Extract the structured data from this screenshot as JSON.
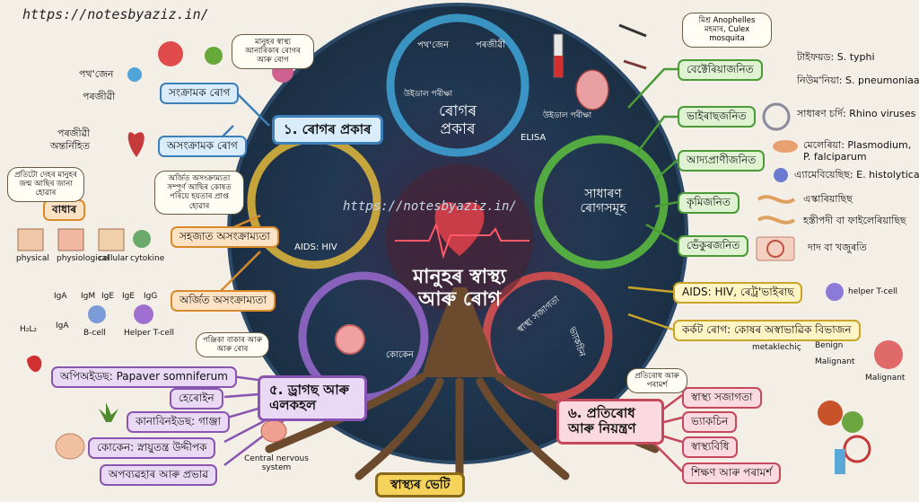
{
  "watermark": "https://notesbyaziz.in/",
  "center": {
    "title": "মানুহৰ স্বাস্থ্য আৰু ৰোগ",
    "footer": "স্বাস্থ্যৰ ভেটি"
  },
  "rings": {
    "top": {
      "title": "ৰোগৰ প্ৰকাৰ",
      "labels": [
        "পথ'জেন",
        "পৰজীৱী"
      ]
    },
    "right": {
      "title": "সাধাৰণ ৰোগসমূহ"
    },
    "left": {
      "aids": "AIDS: HIV"
    },
    "bottom_left": {
      "cocaine": "কোকেন"
    },
    "bottom_right": {
      "labels": [
        "স্বাস্থ্য সজাগতা",
        "ভ্যাকচিন"
      ]
    },
    "elisa": {
      "test": "ELISA",
      "widal": "উইডাল পৰীক্ষা",
      "widal2": "উইডাল পৰীক্ষা"
    }
  },
  "section1": {
    "title": "১. ৰোগৰ প্ৰকাৰ",
    "infectious": "সংক্ৰামক ৰোগ",
    "noninfectious": "অসংক্ৰামক ৰোগ",
    "pathogen": "পথ'জেন",
    "parasite": "পৰজীৱী",
    "parasite2": "পৰজীৱী",
    "parasite2_line2": "অন্তৰ্নিহিত",
    "bubble": "মানুহৰ স্বাস্থ্য আনাৰিকাৰ ৰোগৰ আৰু ৰোগ"
  },
  "immunity": {
    "barriers": "বাধাৰ",
    "innate": "সহজাত অসংক্ৰাম্যতা",
    "acquired": "অৰ্জিত অসংক্ৰাম্যতা",
    "barrier_types": [
      "physical",
      "physiological",
      "cellular",
      "cytokine"
    ],
    "antibodies": [
      "IgA",
      "IgM",
      "IgE",
      "IgE",
      "IgG"
    ],
    "h2l2": "H₂L₂",
    "iga": "IgA",
    "bcell": "B-cell",
    "helper": "Helper T-cell",
    "bubble1": "প্ৰতিটো দেহৰ মানুহৰ জন্ম আছিৰ জানা হোৱাৰ",
    "bubble2": "অৰ্জিত অসংক্ৰাম্যতা সম্পূৰ্ণ আছিৰ কোষত পৰিয়ে হয়তাৰ প্ৰাপ্ত হোৱাৰ"
  },
  "section5": {
    "title": "৫. ড্ৰাগছ আৰু এলকহল",
    "items": [
      "অপিঅইডছ: Papaver somniferum",
      "হেৰোইন",
      "কানাবিনইডছ: গাঞ্জা",
      "কোকেন: স্নায়ুতন্ত্ৰ উদ্দীপক",
      "অপব্যৱহাৰ আৰু প্ৰভাৱ"
    ],
    "bubble": "পঞ্জিকা বাকাৰ আৰু আৰু ৰোৰ",
    "cns": "Central nervous system"
  },
  "diseases": {
    "bacterial": "বেক্টেৰিয়াজনিত",
    "viral": "ভাইৰাছজনিত",
    "protozoan": "আদ্যপ্ৰাণীজনিত",
    "worm": "কৃমিজনিত",
    "fungal": "ভেঁকুৰজনিত",
    "typhoid": "টাইফয়ড: S. typhi",
    "pneumonia": "নিউম'নিয়া: S. pneumoniaa",
    "cold": "সাধাৰণ চৰ্দি: Rhino viruses",
    "malaria": "মেলেৰিয়া: Plasmodium, P. falciparum",
    "amoebiasis": "এ্যামেবিয়েছিছ: E. histolytica",
    "ascariasis": "এস্কাৰিয়াছিছ",
    "filariasis": "হস্তীপদী বা ফাইলেৰিয়াছিছ",
    "ringworm": "দাদ বা খজুৰতি",
    "bubble": "মিশ্ৰ Anophelles মহমাৰ, Culex mosquita"
  },
  "aids": {
    "label": "AIDS: HIV, ৰেট্ৰ'ভাইৰাছ",
    "helper": "helper T-cell"
  },
  "cancer": {
    "label": "কৰ্কট ৰোগ: কোষৰ অস্বাভাৱিক বিভাজন",
    "metastasis": "metaklechiç",
    "benign": "Benign",
    "malignant": "Malignant",
    "malignant2": "Malignant"
  },
  "section6": {
    "title": "৬. প্ৰতিৰোধ আৰু নিয়ন্ত্ৰণ",
    "items": [
      "স্বাস্থ্য সজাগতা",
      "ভ্যাকচিন",
      "স্বাস্থ্যবিধি",
      "শিক্ষণ আৰু পৰামৰ্শ"
    ],
    "bubble": "প্ৰতিৰোধ আৰু পৰামৰ্শ"
  },
  "colors": {
    "bg": "#f3efe6",
    "circle": "#1f3a52",
    "blue": "#3d7fb8",
    "green": "#4a9a36",
    "orange": "#d98a2b",
    "purple": "#8a55b0",
    "red": "#c5485d",
    "yellow": "#c9a52b",
    "trunk": "#6b4a2e"
  }
}
